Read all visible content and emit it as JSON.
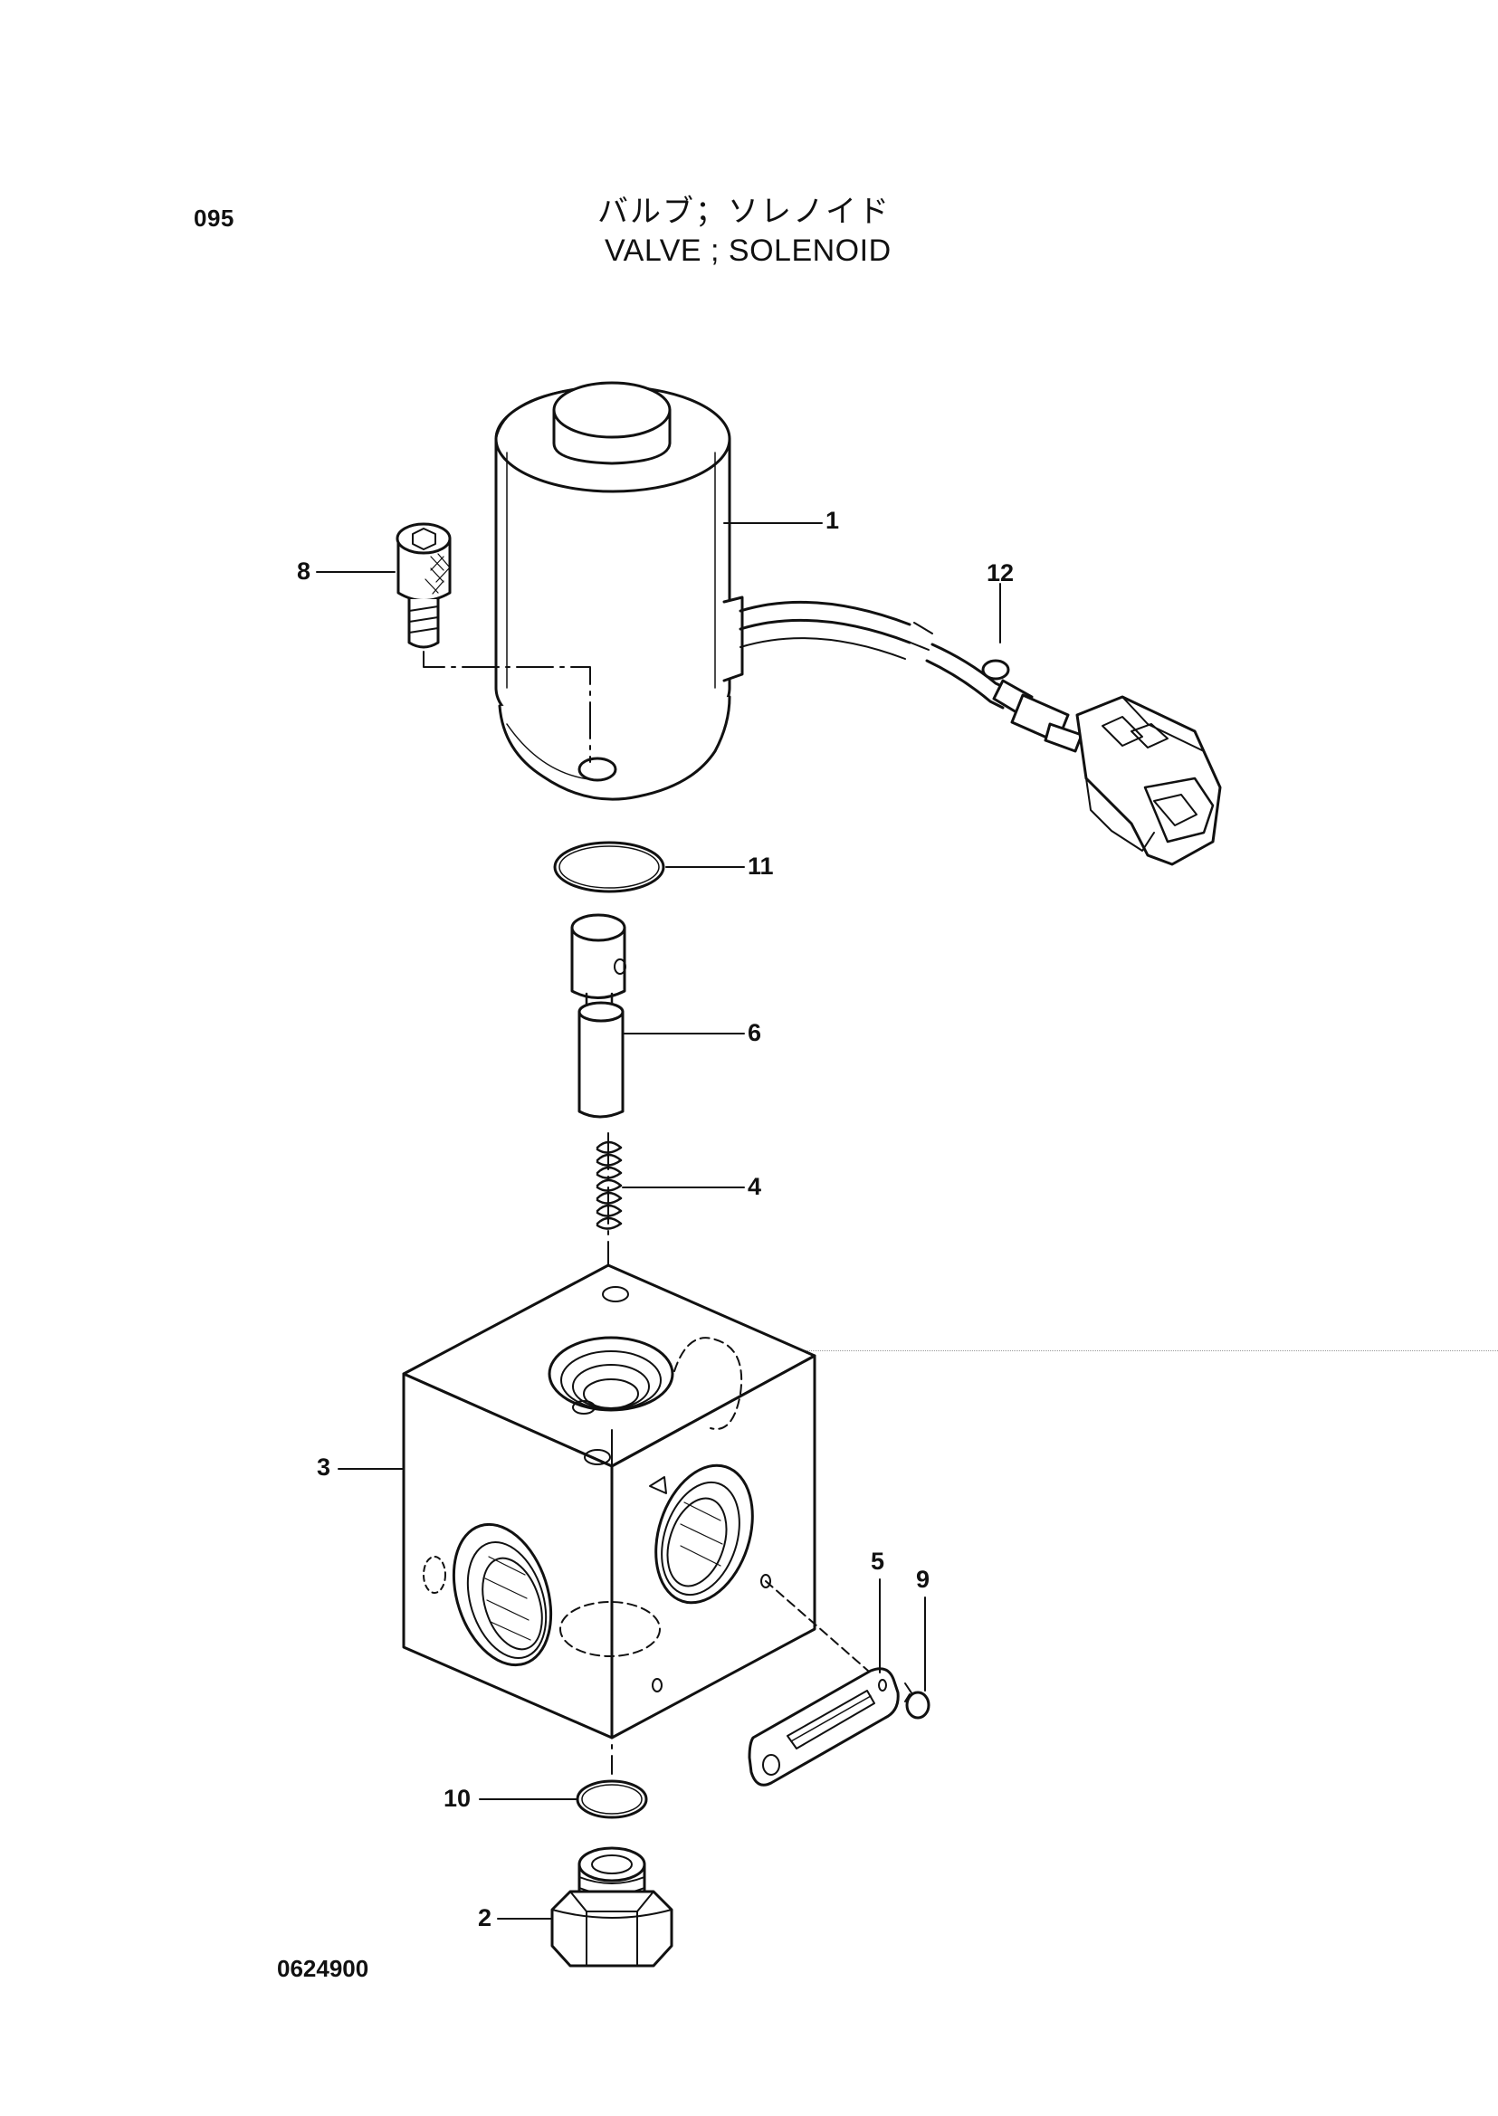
{
  "header": {
    "page_number": "095",
    "title_jp": "バルブ；ソレノイド",
    "title_en": "VALVE ; SOLENOID"
  },
  "footer": {
    "document_code": "0624900"
  },
  "callouts": [
    {
      "id": "1",
      "label": "1"
    },
    {
      "id": "2",
      "label": "2"
    },
    {
      "id": "3",
      "label": "3"
    },
    {
      "id": "4",
      "label": "4"
    },
    {
      "id": "5",
      "label": "5"
    },
    {
      "id": "6",
      "label": "6"
    },
    {
      "id": "8",
      "label": "8"
    },
    {
      "id": "9",
      "label": "9"
    },
    {
      "id": "10",
      "label": "10"
    },
    {
      "id": "11",
      "label": "11"
    },
    {
      "id": "12",
      "label": "12"
    }
  ],
  "colors": {
    "ink": "#111111",
    "paper": "#ffffff"
  }
}
